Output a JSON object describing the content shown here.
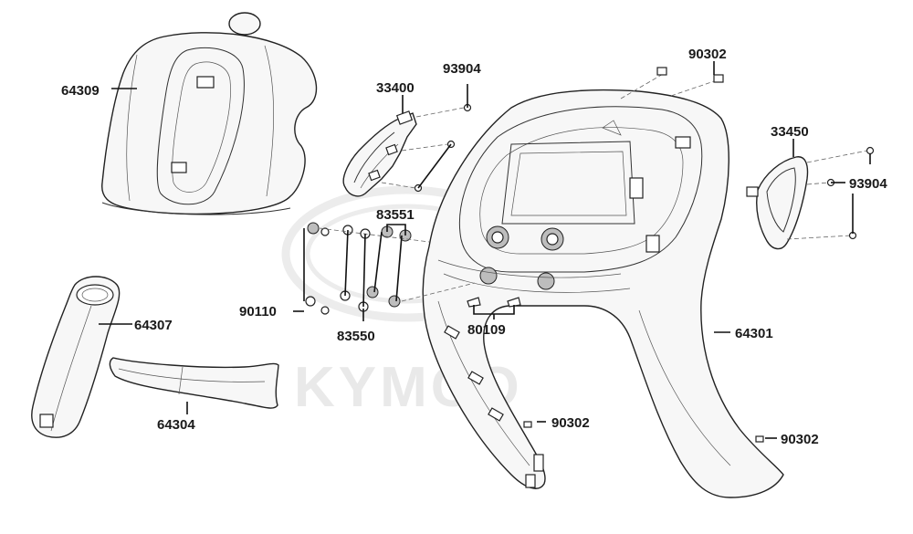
{
  "watermark": {
    "brand": "KYMCO"
  },
  "callouts": [
    {
      "id": "64309",
      "text": "64309"
    },
    {
      "id": "33400",
      "text": "33400"
    },
    {
      "id": "93904a",
      "text": "93904"
    },
    {
      "id": "90302a",
      "text": "90302"
    },
    {
      "id": "33450",
      "text": "33450"
    },
    {
      "id": "93904b",
      "text": "93904"
    },
    {
      "id": "83551",
      "text": "83551"
    },
    {
      "id": "90110",
      "text": "90110"
    },
    {
      "id": "83550",
      "text": "83550"
    },
    {
      "id": "80109",
      "text": "80109"
    },
    {
      "id": "64307",
      "text": "64307"
    },
    {
      "id": "64301",
      "text": "64301"
    },
    {
      "id": "64304",
      "text": "64304"
    },
    {
      "id": "90302b",
      "text": "90302"
    },
    {
      "id": "90302c",
      "text": "90302"
    }
  ]
}
